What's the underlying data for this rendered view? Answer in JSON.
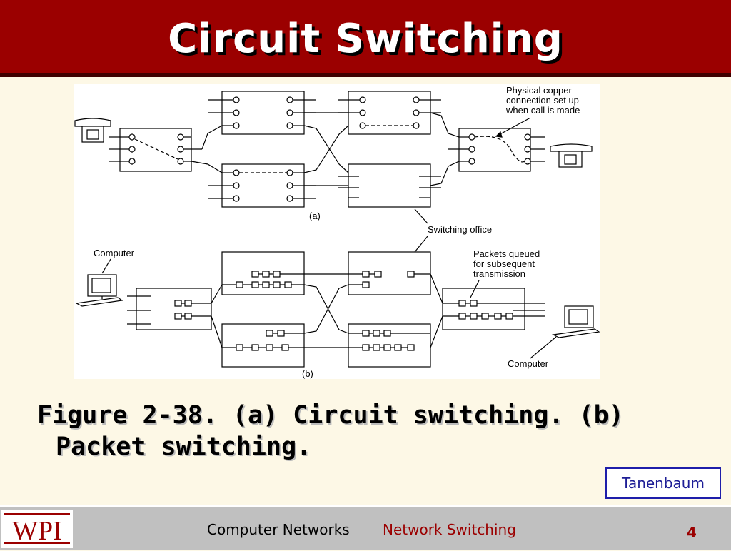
{
  "slide": {
    "title": "Circuit Switching",
    "caption": "Figure 2-38. (a) Circuit switching. (b) Packet switching.",
    "source": "Tanenbaum"
  },
  "diagram": {
    "label_a": "(a)",
    "label_b": "(b)",
    "callout_copper": [
      "Physical copper",
      "connection set up",
      "when call is made"
    ],
    "callout_office": "Switching office",
    "callout_computer_left": "Computer",
    "callout_computer_right": "Computer",
    "callout_packets": [
      "Packets queued",
      "for subsequent",
      "transmission"
    ]
  },
  "footer": {
    "logo_text": "WPI",
    "course": "Computer Networks",
    "topic": "Network Switching",
    "page": "4"
  },
  "colors": {
    "title_bar": "#9b0000",
    "background": "#fdf8e6",
    "footer": "#c0c0c0",
    "topic_text": "#9b0000",
    "source_border": "#1e1eaa"
  }
}
